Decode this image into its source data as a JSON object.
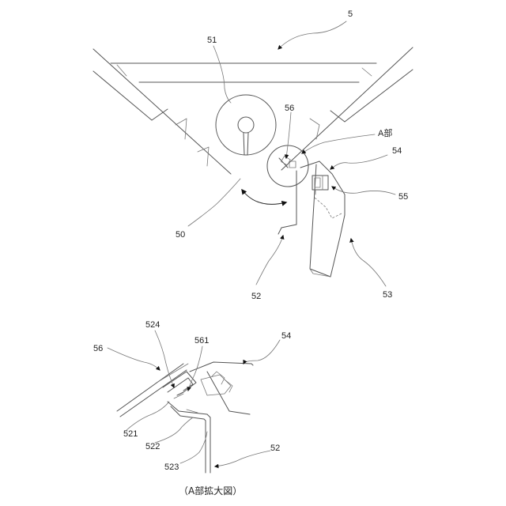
{
  "figure": {
    "labels": {
      "l5": "5",
      "l51": "51",
      "l56": "56",
      "lA": "A部",
      "l54": "54",
      "l55": "55",
      "l50": "50",
      "l52": "52",
      "l53": "53"
    },
    "detail": {
      "l524": "524",
      "l561": "561",
      "l54": "54",
      "l56": "56",
      "l521": "521",
      "l522": "522",
      "l523": "523",
      "l52": "52",
      "caption": "（A部拡大図）"
    }
  }
}
